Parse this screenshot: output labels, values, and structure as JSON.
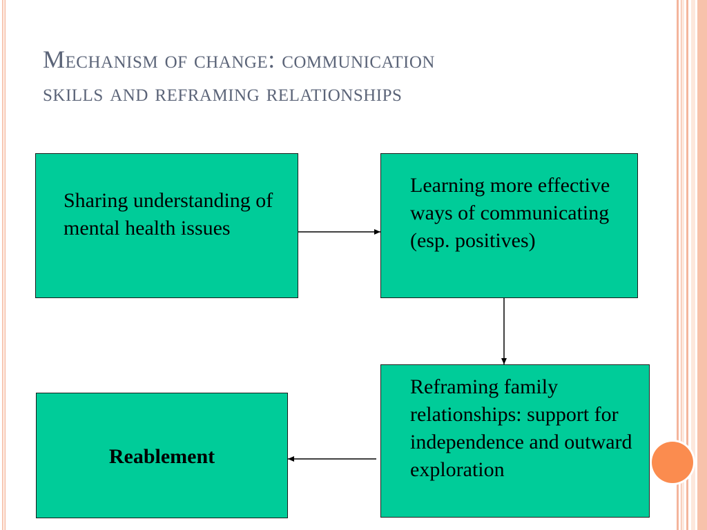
{
  "slide": {
    "title_line1": "Mechanism of change: communication",
    "title_line2": "skills and reframing relationships"
  },
  "diagram": {
    "nodes": {
      "sharing": "Sharing understanding of mental health issues",
      "learning": "Learning more effective ways of communicating (esp. positives)",
      "reframing": "Reframing family relationships: support for independence and outward exploration",
      "reablement": "Reablement"
    },
    "edges": [
      {
        "from": "sharing",
        "to": "learning"
      },
      {
        "from": "learning",
        "to": "reframing"
      },
      {
        "from": "reframing",
        "to": "reablement"
      }
    ]
  },
  "colors": {
    "node_fill": "#00cc99",
    "title": "#5b6478",
    "accent": "#fb8c4f",
    "border_stripe": "#f4b59c"
  }
}
